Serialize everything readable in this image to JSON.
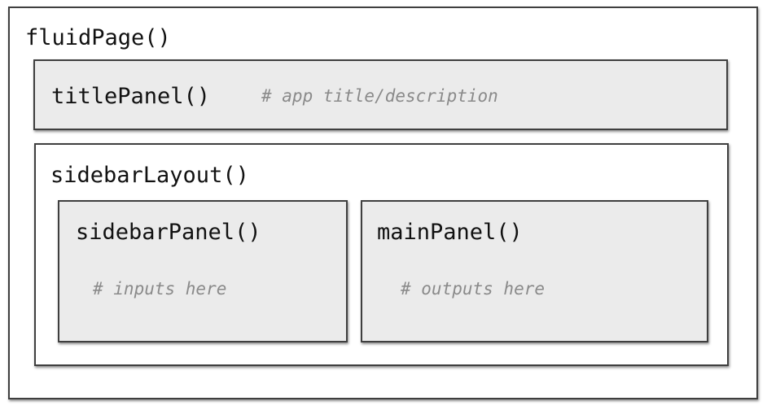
{
  "fluid_page": {
    "label": "fluidPage()"
  },
  "title_panel": {
    "label": "titlePanel()",
    "comment": "# app title/description"
  },
  "sidebar_layout": {
    "label": "sidebarLayout()"
  },
  "sidebar_panel": {
    "label": "sidebarPanel()",
    "comment": "# inputs here"
  },
  "main_panel": {
    "label": "mainPanel()",
    "comment": "# outputs here"
  },
  "colors": {
    "panel_fill": "#ebebeb",
    "container_fill": "#ffffff",
    "border": "#3f3f3f",
    "comment_text": "#8a8a8a"
  }
}
